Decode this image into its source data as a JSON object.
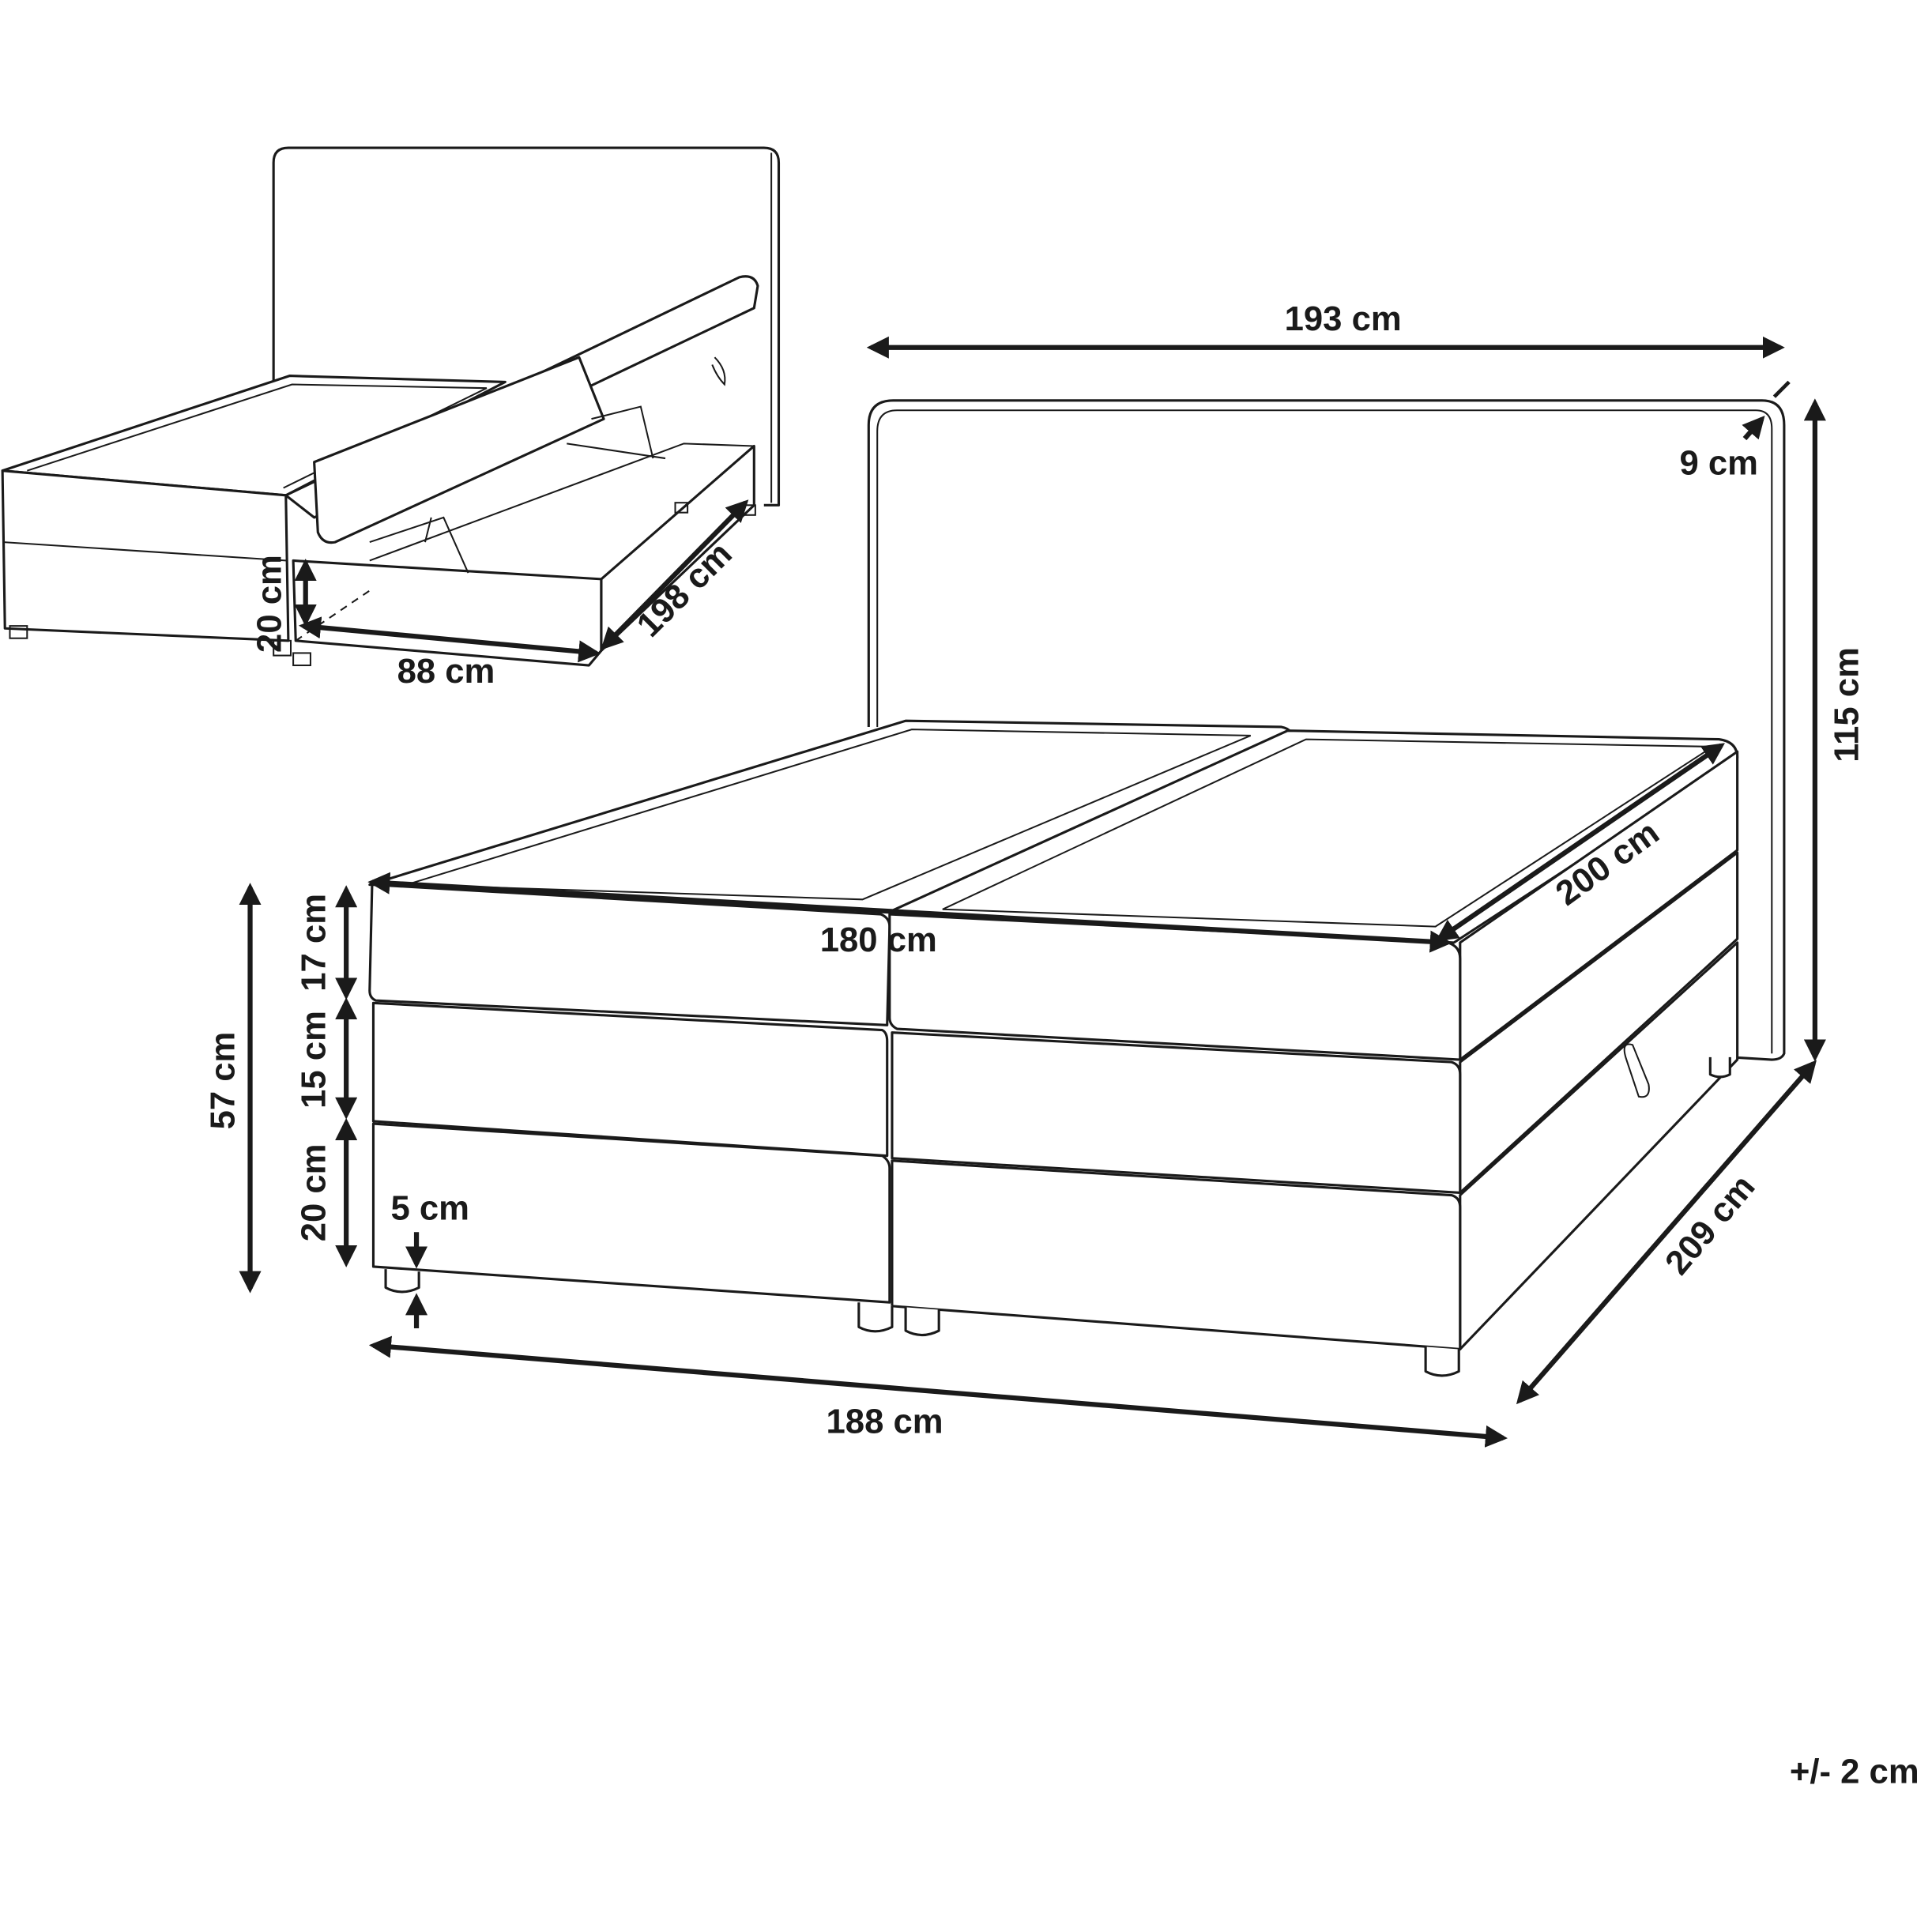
{
  "main_bed": {
    "headboard_width": "193 cm",
    "headboard_thickness": "9 cm",
    "headboard_height": "115 cm",
    "mattress_length": "200 cm",
    "mattress_width": "180 cm",
    "topper_height": "17 cm",
    "mattress_height": "15 cm",
    "base_height": "20 cm",
    "total_height": "57 cm",
    "leg_height": "5 cm",
    "total_width": "188 cm",
    "total_length": "209 cm"
  },
  "storage_view": {
    "storage_length": "198 cm",
    "storage_width": "88 cm",
    "storage_depth": "20 cm"
  },
  "tolerance": "+/- 2 cm"
}
